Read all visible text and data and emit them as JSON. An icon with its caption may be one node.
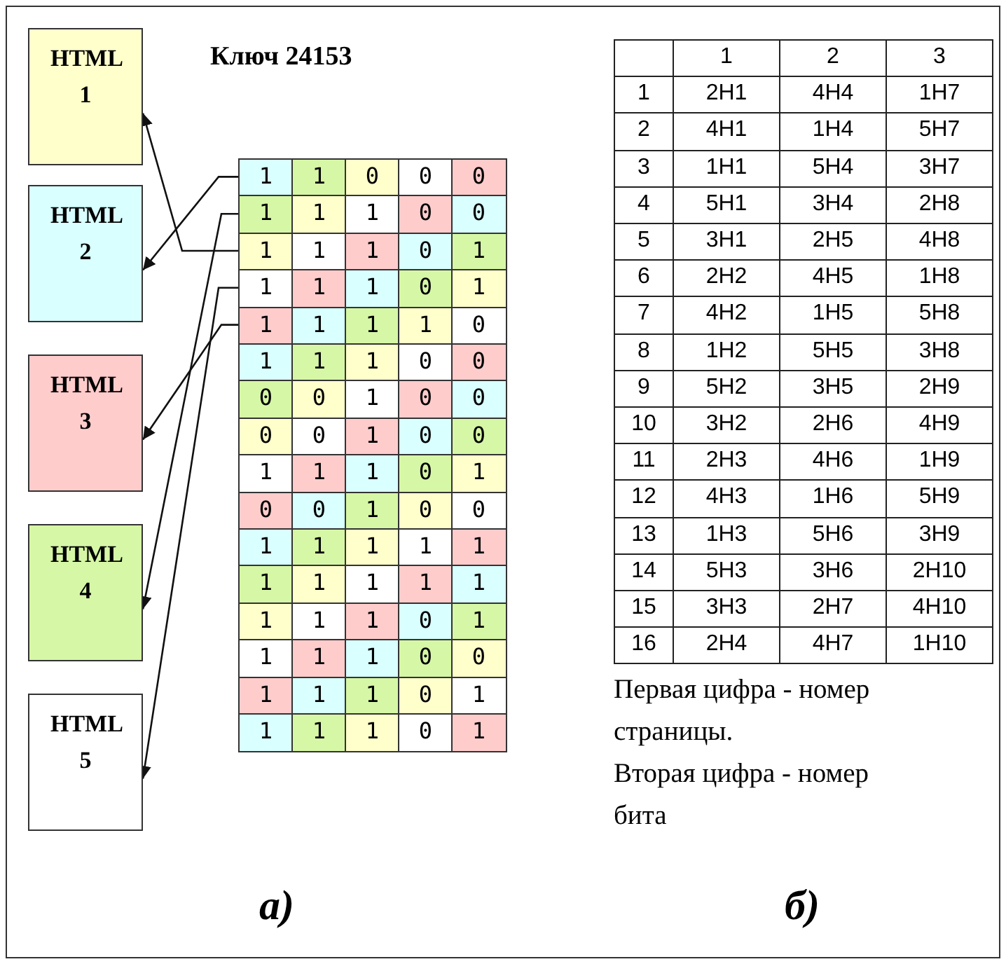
{
  "diagram": {
    "nodes": [
      {
        "text": [
          "HTML 1"
        ]
      },
      {
        "text": [
          "HTML 2"
        ]
      },
      {
        "text": [
          "HTML 3"
        ]
      },
      {
        "text": [
          "HTML 4"
        ]
      },
      {
        "text": [
          "HTML 5"
        ]
      },
      {
        "text": [
          "1"
        ]
      },
      {
        "text": [
          "1"
        ]
      },
      {
        "text": [
          "0"
        ]
      },
      {
        "text": [
          "0"
        ]
      },
      {
        "text": [
          "0"
        ]
      },
      {
        "text": [
          "1"
        ]
      },
      {
        "text": [
          "1"
        ]
      },
      {
        "text": [
          "1"
        ]
      },
      {
        "text": [
          "0"
        ]
      },
      {
        "text": [
          "0"
        ]
      },
      {
        "text": [
          "1"
        ]
      },
      {
        "text": [
          "1"
        ]
      },
      {
        "text": [
          "1"
        ]
      },
      {
        "text": [
          "0"
        ]
      },
      {
        "text": [
          "1"
        ]
      },
      {
        "text": [
          "1"
        ]
      },
      {
        "text": [
          "1"
        ]
      },
      {
        "text": [
          "1"
        ]
      },
      {
        "text": [
          "0"
        ]
      },
      {
        "text": [
          "1"
        ]
      },
      {
        "text": [
          "1"
        ]
      },
      {
        "text": [
          "1"
        ]
      },
      {
        "text": [
          "1"
        ]
      },
      {
        "text": [
          "1"
        ]
      },
      {
        "text": [
          "0"
        ]
      },
      {
        "text": [
          "1"
        ]
      },
      {
        "text": [
          "1"
        ]
      },
      {
        "text": [
          "1"
        ]
      },
      {
        "text": [
          "0"
        ]
      },
      {
        "text": [
          "0"
        ]
      },
      {
        "text": [
          "0"
        ]
      },
      {
        "text": [
          "0"
        ]
      },
      {
        "text": [
          "1"
        ]
      },
      {
        "text": [
          "0"
        ]
      },
      {
        "text": [
          "0"
        ]
      },
      {
        "text": [
          "0"
        ]
      },
      {
        "text": [
          "0"
        ]
      },
      {
        "text": [
          "1"
        ]
      },
      {
        "text": [
          "0"
        ]
      },
      {
        "text": [
          "0"
        ]
      },
      {
        "text": [
          "1"
        ]
      },
      {
        "text": [
          "1"
        ]
      },
      {
        "text": [
          "1"
        ]
      },
      {
        "text": [
          "0"
        ]
      },
      {
        "text": [
          "1"
        ]
      },
      {
        "text": [
          "0"
        ]
      },
      {
        "text": [
          "0"
        ]
      },
      {
        "text": [
          "1"
        ]
      },
      {
        "text": [
          "0"
        ]
      },
      {
        "text": [
          "0"
        ]
      },
      {
        "text": [
          "1"
        ]
      },
      {
        "text": [
          "1"
        ]
      },
      {
        "text": [
          "1"
        ]
      },
      {
        "text": [
          "1"
        ]
      },
      {
        "text": [
          "1"
        ]
      },
      {
        "text": [
          "1"
        ]
      },
      {
        "text": [
          "1"
        ]
      },
      {
        "text": [
          "1"
        ]
      },
      {
        "text": [
          "1"
        ]
      },
      {
        "text": [
          "1"
        ]
      },
      {
        "text": [
          "1"
        ]
      },
      {
        "text": [
          "1"
        ]
      },
      {
        "text": [
          "1"
        ]
      },
      {
        "text": [
          "0"
        ]
      },
      {
        "text": [
          "1"
        ]
      },
      {
        "text": [
          "1"
        ]
      },
      {
        "text": [
          "1"
        ]
      },
      {
        "text": [
          "1"
        ]
      },
      {
        "text": [
          "0"
        ]
      },
      {
        "text": [
          "0"
        ]
      },
      {
        "text": [
          "1"
        ]
      },
      {
        "text": [
          "1"
        ]
      },
      {
        "text": [
          "1"
        ]
      },
      {
        "text": [
          "0"
        ]
      },
      {
        "text": [
          "1"
        ]
      },
      {
        "text": [
          "1"
        ]
      },
      {
        "text": [
          "1"
        ]
      },
      {
        "text": [
          "1"
        ]
      },
      {
        "text": [
          "0"
        ]
      },
      {
        "text": [
          "1"
        ]
      }
    ],
    "edges": [
      {
        "from": 5,
        "to": 1,
        "arrow": "to"
      },
      {
        "from": 10,
        "to": 3,
        "arrow": "to"
      },
      {
        "from": 15,
        "to": 0,
        "arrow": "to"
      },
      {
        "from": 20,
        "to": 4,
        "arrow": "to"
      },
      {
        "from": 25,
        "to": 2,
        "arrow": "to"
      }
    ],
    "labels": [
      "Ключ 24153",
      "1",
      "2",
      "3",
      "1",
      "2Н1",
      "4Н4",
      "1Н7",
      "2",
      "4Н1",
      "1Н4",
      "5Н7",
      "3",
      "1Н1",
      "5Н4",
      "3Н7",
      "4",
      "5Н1",
      "3Н4",
      "2Н8",
      "5",
      "3Н1",
      "2Н5",
      "4Н8",
      "6",
      "2Н2",
      "4Н5",
      "1Н8",
      "7",
      "4Н2",
      "1Н5",
      "5Н8",
      "8",
      "1Н2",
      "5Н5",
      "3Н8",
      "9",
      "5Н2",
      "3Н5",
      "2Н9",
      "10",
      "3Н2",
      "2Н6",
      "4Н9",
      "11",
      "2Н3",
      "4Н6",
      "1Н9",
      "12",
      "4Н3",
      "1Н6",
      "5Н9",
      "13",
      "1Н3",
      "5Н6",
      "3Н9",
      "14",
      "5Н3",
      "3Н6",
      "2Н10",
      "15",
      "3Н3",
      "2Н7",
      "4Н10",
      "16",
      "2Н4",
      "4Н7",
      "1Н10",
      "Первая цифра - номер страницы.",
      "Вторая цифра - номер бита",
      "а)",
      "б)"
    ]
  }
}
